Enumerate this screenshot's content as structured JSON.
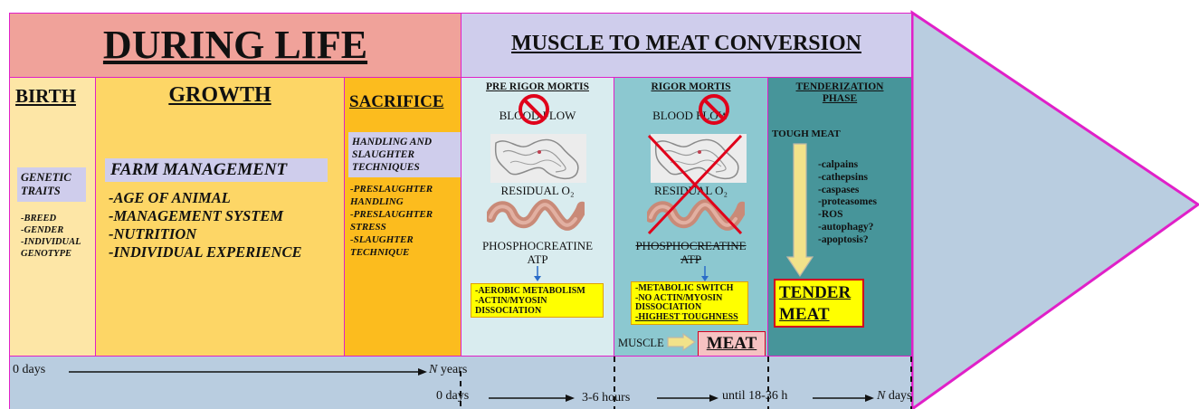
{
  "header": {
    "during_life": "DURING LIFE",
    "muscle_to_meat": "MUSCLE TO MEAT CONVERSION"
  },
  "birth": {
    "title": "BIRTH",
    "box": "GENETIC TRAITS",
    "items": [
      "-BREED",
      "-GENDER",
      "-INDIVIDUAL",
      "GENOTYPE"
    ]
  },
  "growth": {
    "title": "GROWTH",
    "box": "FARM MANAGEMENT",
    "items": [
      "-AGE OF ANIMAL",
      "-MANAGEMENT SYSTEM",
      "-NUTRITION",
      "-INDIVIDUAL EXPERIENCE"
    ]
  },
  "sacrifice": {
    "title": "SACRIFICE",
    "box": "HANDLING AND SLAUGHTER TECHNIQUES",
    "items": [
      "-PRESLAUGHTER",
      "HANDLING",
      "-PRESLAUGHTER",
      "STRESS",
      "-SLAUGHTER",
      "TECHNIQUE"
    ]
  },
  "pre_rigor": {
    "title": "PRE RIGOR MORTIS",
    "blood_flow": "BLOOD FLOW",
    "residual": "RESIDUAL O₂",
    "phospho": "PHOSPHOCREATINE",
    "atp": "ATP",
    "box": [
      "-AEROBIC METABOLISM",
      "-ACTIN/MYOSIN",
      "DISSOCIATION"
    ]
  },
  "rigor": {
    "title": "RIGOR MORTIS",
    "blood_flow": "BLOOD FLOW",
    "residual": "RESIDUAL O₂",
    "phospho": "PHOSPHOCREATINE",
    "atp": "ATP",
    "box": [
      "-METABOLIC SWITCH",
      "-NO ACTIN/MYOSIN",
      "DISSOCIATION",
      "-HIGHEST TOUGHNESS"
    ],
    "muscle": "MUSCLE",
    "meat": "MEAT"
  },
  "tender": {
    "title": "TENDERIZATION PHASE",
    "tough": "TOUGH MEAT",
    "items": [
      "-calpains",
      "-cathepsins",
      "-caspases",
      "-proteasomes",
      "-ROS",
      "-autophagy?",
      "-apoptosis?"
    ],
    "result": "TENDER MEAT"
  },
  "timeline": {
    "start": "0 days",
    "end_n": "N",
    "end_unit": "years",
    "t0": "0 days",
    "t1": "3-6 hours",
    "t2": "until 18-36 h",
    "t3_n": "N",
    "t3_unit": "days"
  },
  "colors": {
    "header_left": "#f0a29a",
    "header_right": "#cfcdec",
    "birth": "#fde6a6",
    "growth": "#fdd666",
    "sacrifice": "#fcbc1e",
    "pre_rigor": "#d9ecef",
    "rigor": "#8cc8d0",
    "tender": "#47959a",
    "bottom": "#b9cde0",
    "arrow": "#b9cde0",
    "border": "#e020c8"
  }
}
